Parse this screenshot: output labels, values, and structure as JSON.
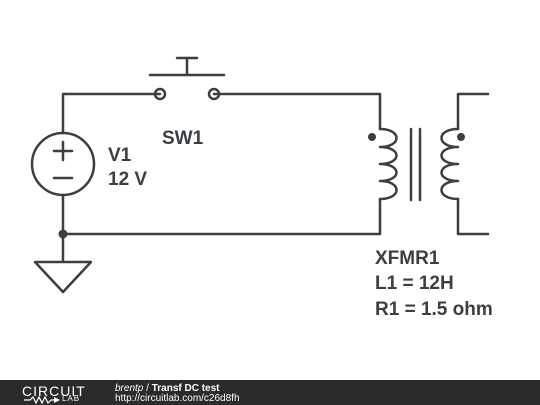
{
  "source": {
    "label": "V1",
    "value": "12 V"
  },
  "switch": {
    "label": "SW1"
  },
  "transformer": {
    "label": "XFMR1",
    "inductance": "L1 = 12H",
    "resistance": "R1 = 1.5 ohm"
  },
  "footer": {
    "logo_top": "CIRCUIT",
    "logo_bottom": "LAB",
    "author": "brentp",
    "separator": " / ",
    "title": "Transf DC test",
    "url": "http://circuitlab.com/c26d8fh"
  },
  "colors": {
    "wire": "#3a3f44",
    "background": "#ffffff",
    "footer": "#2b2b2b"
  }
}
